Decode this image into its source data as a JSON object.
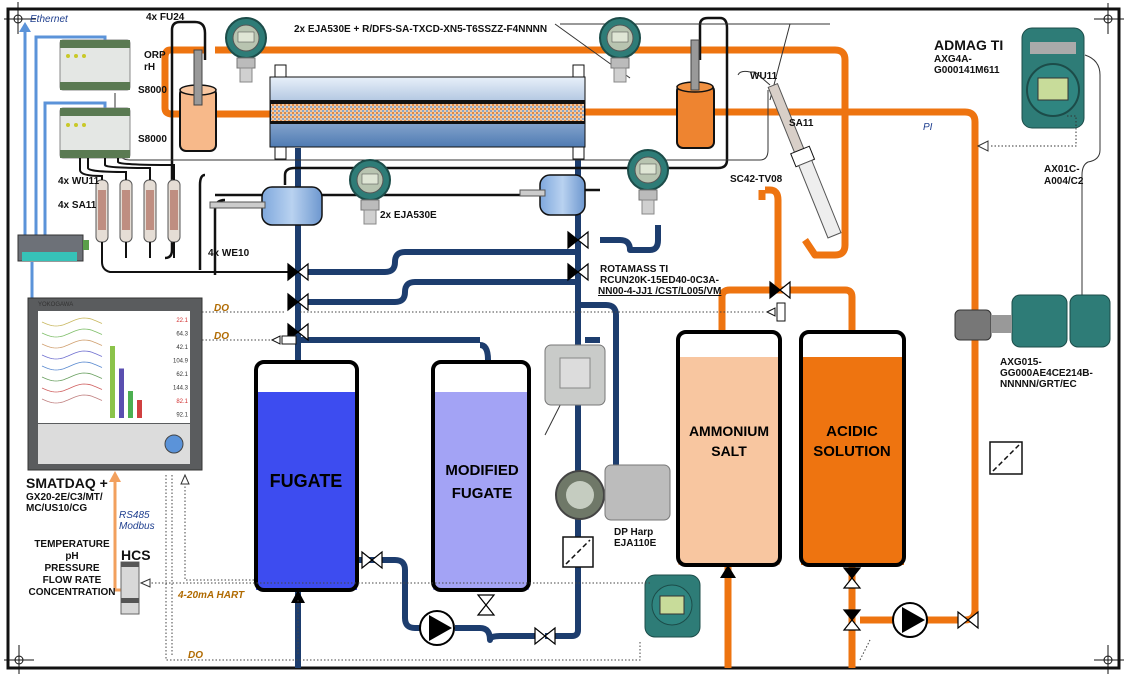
{
  "colors": {
    "orange_pipe": "#ee7410",
    "blue_pipe": "#1d3d6e",
    "ethernet": "#5b93d9",
    "rs485": "#f2a05e",
    "fugate": "#3d4cf0",
    "modified_fugate": "#a3a3f5",
    "ammonium_salt": "#f8c6a0",
    "acidic_solution": "#ee7410",
    "transmitter": "#2e7c77"
  },
  "labels": {
    "ethernet": "Ethernet",
    "fu24": "4x FU24",
    "eja530e_top": "2x EJA530E + R/DFS-SA-TXCD-XN5-T6SSZZ-F4NNNN",
    "orp": "ORP",
    "rh": "rH",
    "s8000_a": "S8000",
    "s8000_b": "S8000",
    "wu11_4x": "4x WU11",
    "sa11_4x": "4x SA11",
    "we10_4x": "4x WE10",
    "eja530e_mid": "2x EJA530E",
    "wu11": "WU11",
    "sa11": "SA11",
    "sc42": "SC42-TV08",
    "pi": "PI",
    "admag_title": "ADMAG TI",
    "admag_model_1": "AXG4A-",
    "admag_model_2": "G000141M611",
    "ax01c_1": "AX01C-",
    "ax01c_2": "A004/C2",
    "axg015_1": "AXG015-",
    "axg015_2": "GG000AE4CE214B-",
    "axg015_3": "NNNNN/GRT/EC",
    "rotamass_1": "ROTAMASS TI",
    "rotamass_2": "RCUN20K-15ED40-0C3A-",
    "rotamass_3": "NN00-4-JJ1 /CST/L005/VM",
    "dp_harp_1": "DP Harp",
    "dp_harp_2": "EJA110E",
    "do_1": "DO",
    "do_2": "DO",
    "do_3": "DO",
    "smartdaq_1": "SMATDAQ +",
    "smartdaq_2": "GX20-2E/C3/MT/",
    "smartdaq_3": "MC/US10/CG",
    "rs485_1": "RS485",
    "rs485_2": "Modbus",
    "hart": "4-20mA HART",
    "hcs": "HCS",
    "measured": [
      "TEMPERATURE",
      "pH",
      "PRESSURE",
      "FLOW RATE",
      "CONCENTRATION"
    ]
  },
  "tanks": {
    "fugate": {
      "label": [
        "FUGATE"
      ],
      "fill_level": 0.87
    },
    "modified_fugate": {
      "label": [
        "MODIFIED",
        "FUGATE"
      ],
      "fill_level": 0.87
    },
    "ammonium_salt": {
      "label": [
        "AMMONIUM",
        "SALT"
      ],
      "fill_level": 0.89
    },
    "acidic_solution": {
      "label": [
        "ACIDIC",
        "SOLUTION"
      ],
      "fill_level": 0.89
    }
  },
  "recorder": {
    "brand": "YOKOGAWA",
    "values": [
      "22.1",
      "64.3",
      "42.1",
      "104.9",
      "62.1",
      "144.3",
      "82.1",
      "92.1"
    ]
  }
}
